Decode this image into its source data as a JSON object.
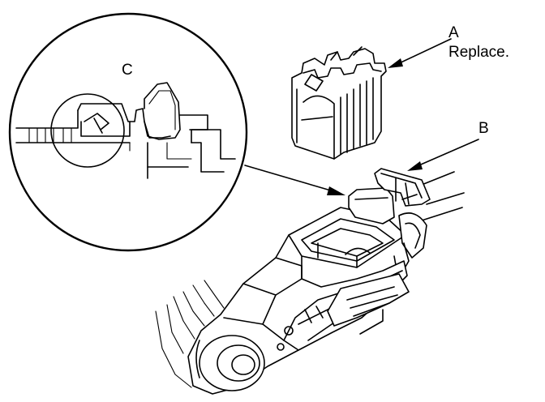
{
  "callouts": {
    "a": {
      "letter": "A",
      "note": "Replace."
    },
    "b": {
      "letter": "B"
    },
    "c": {
      "letter": "C"
    }
  },
  "colors": {
    "ink": "#000000",
    "paper": "#ffffff"
  }
}
